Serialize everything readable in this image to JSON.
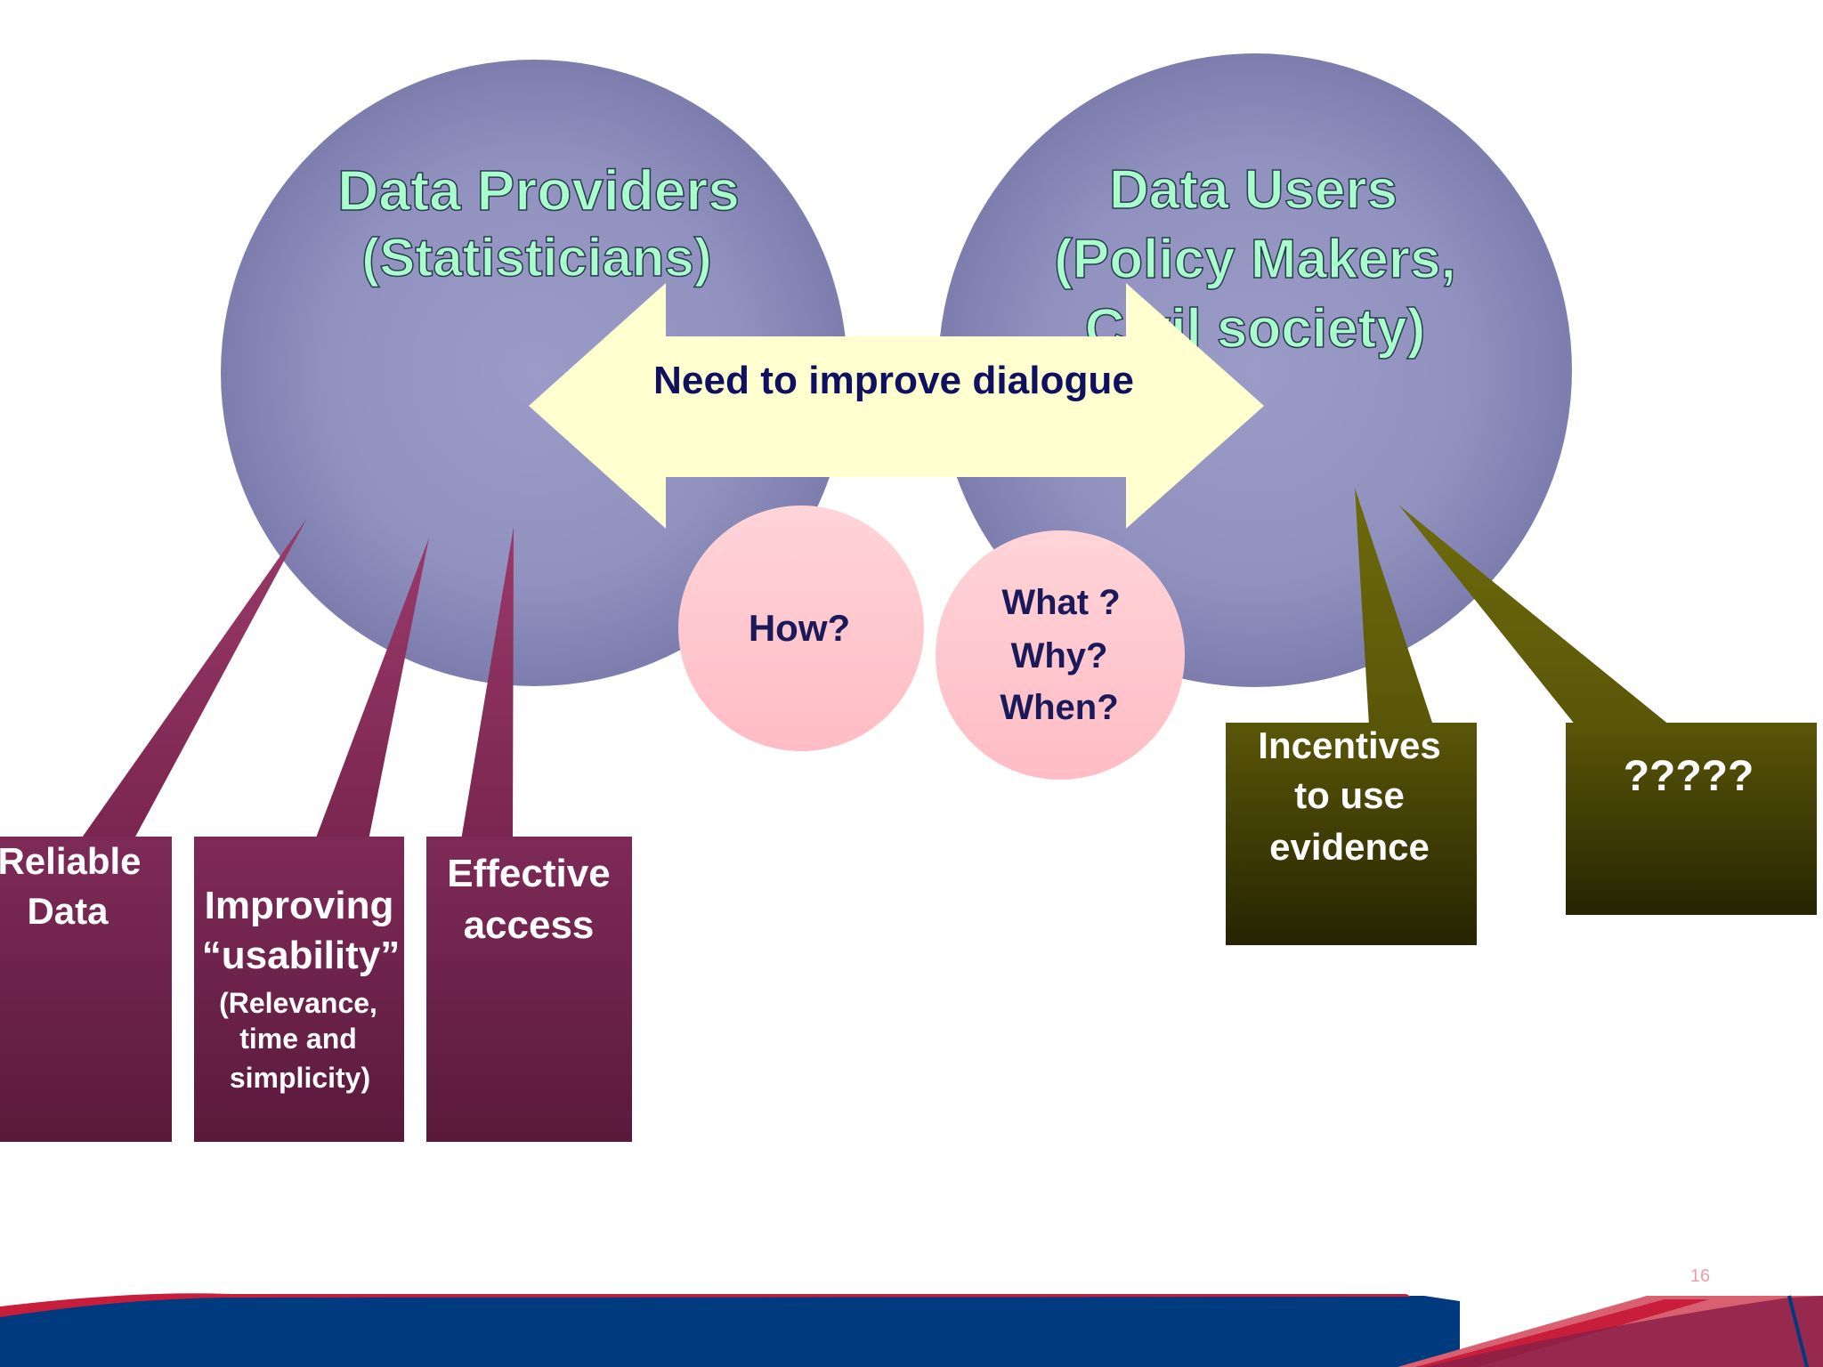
{
  "providers_circle": {
    "title": "Data Providers",
    "subtitle": "(Statisticians)"
  },
  "users_circle": {
    "title": "Data Users",
    "subtitle_line1": "(Policy Makers,",
    "subtitle_line2": "Civil society)"
  },
  "dialogue_arrow": {
    "label": "Need to improve dialogue"
  },
  "question_bubbles": {
    "how": "How?",
    "what": "What ?",
    "why": "Why?",
    "when": "When?"
  },
  "provider_boxes": {
    "reliable": [
      "Reliable",
      "Data"
    ],
    "usability": [
      "Improving",
      "“usability”"
    ],
    "usability_note": [
      "(Relevance,",
      "time and",
      "simplicity)"
    ],
    "access": [
      "Effective",
      "access"
    ]
  },
  "user_boxes": {
    "incentives": [
      "Incentives",
      "to use",
      "evidence"
    ],
    "unknown": "?????"
  },
  "footer": {
    "slide_number": "16"
  },
  "colors": {
    "circle": "#8f90bd",
    "circle_text": "#a8ffcc",
    "arrow_fill": "#ffffd0",
    "arrow_text": "#101060",
    "bubble": "#ffc6cc",
    "provider_box": "#7a2550",
    "user_box": "#4e4a06",
    "footer_blue": "#003b80",
    "footer_red": "#c81e3c"
  }
}
